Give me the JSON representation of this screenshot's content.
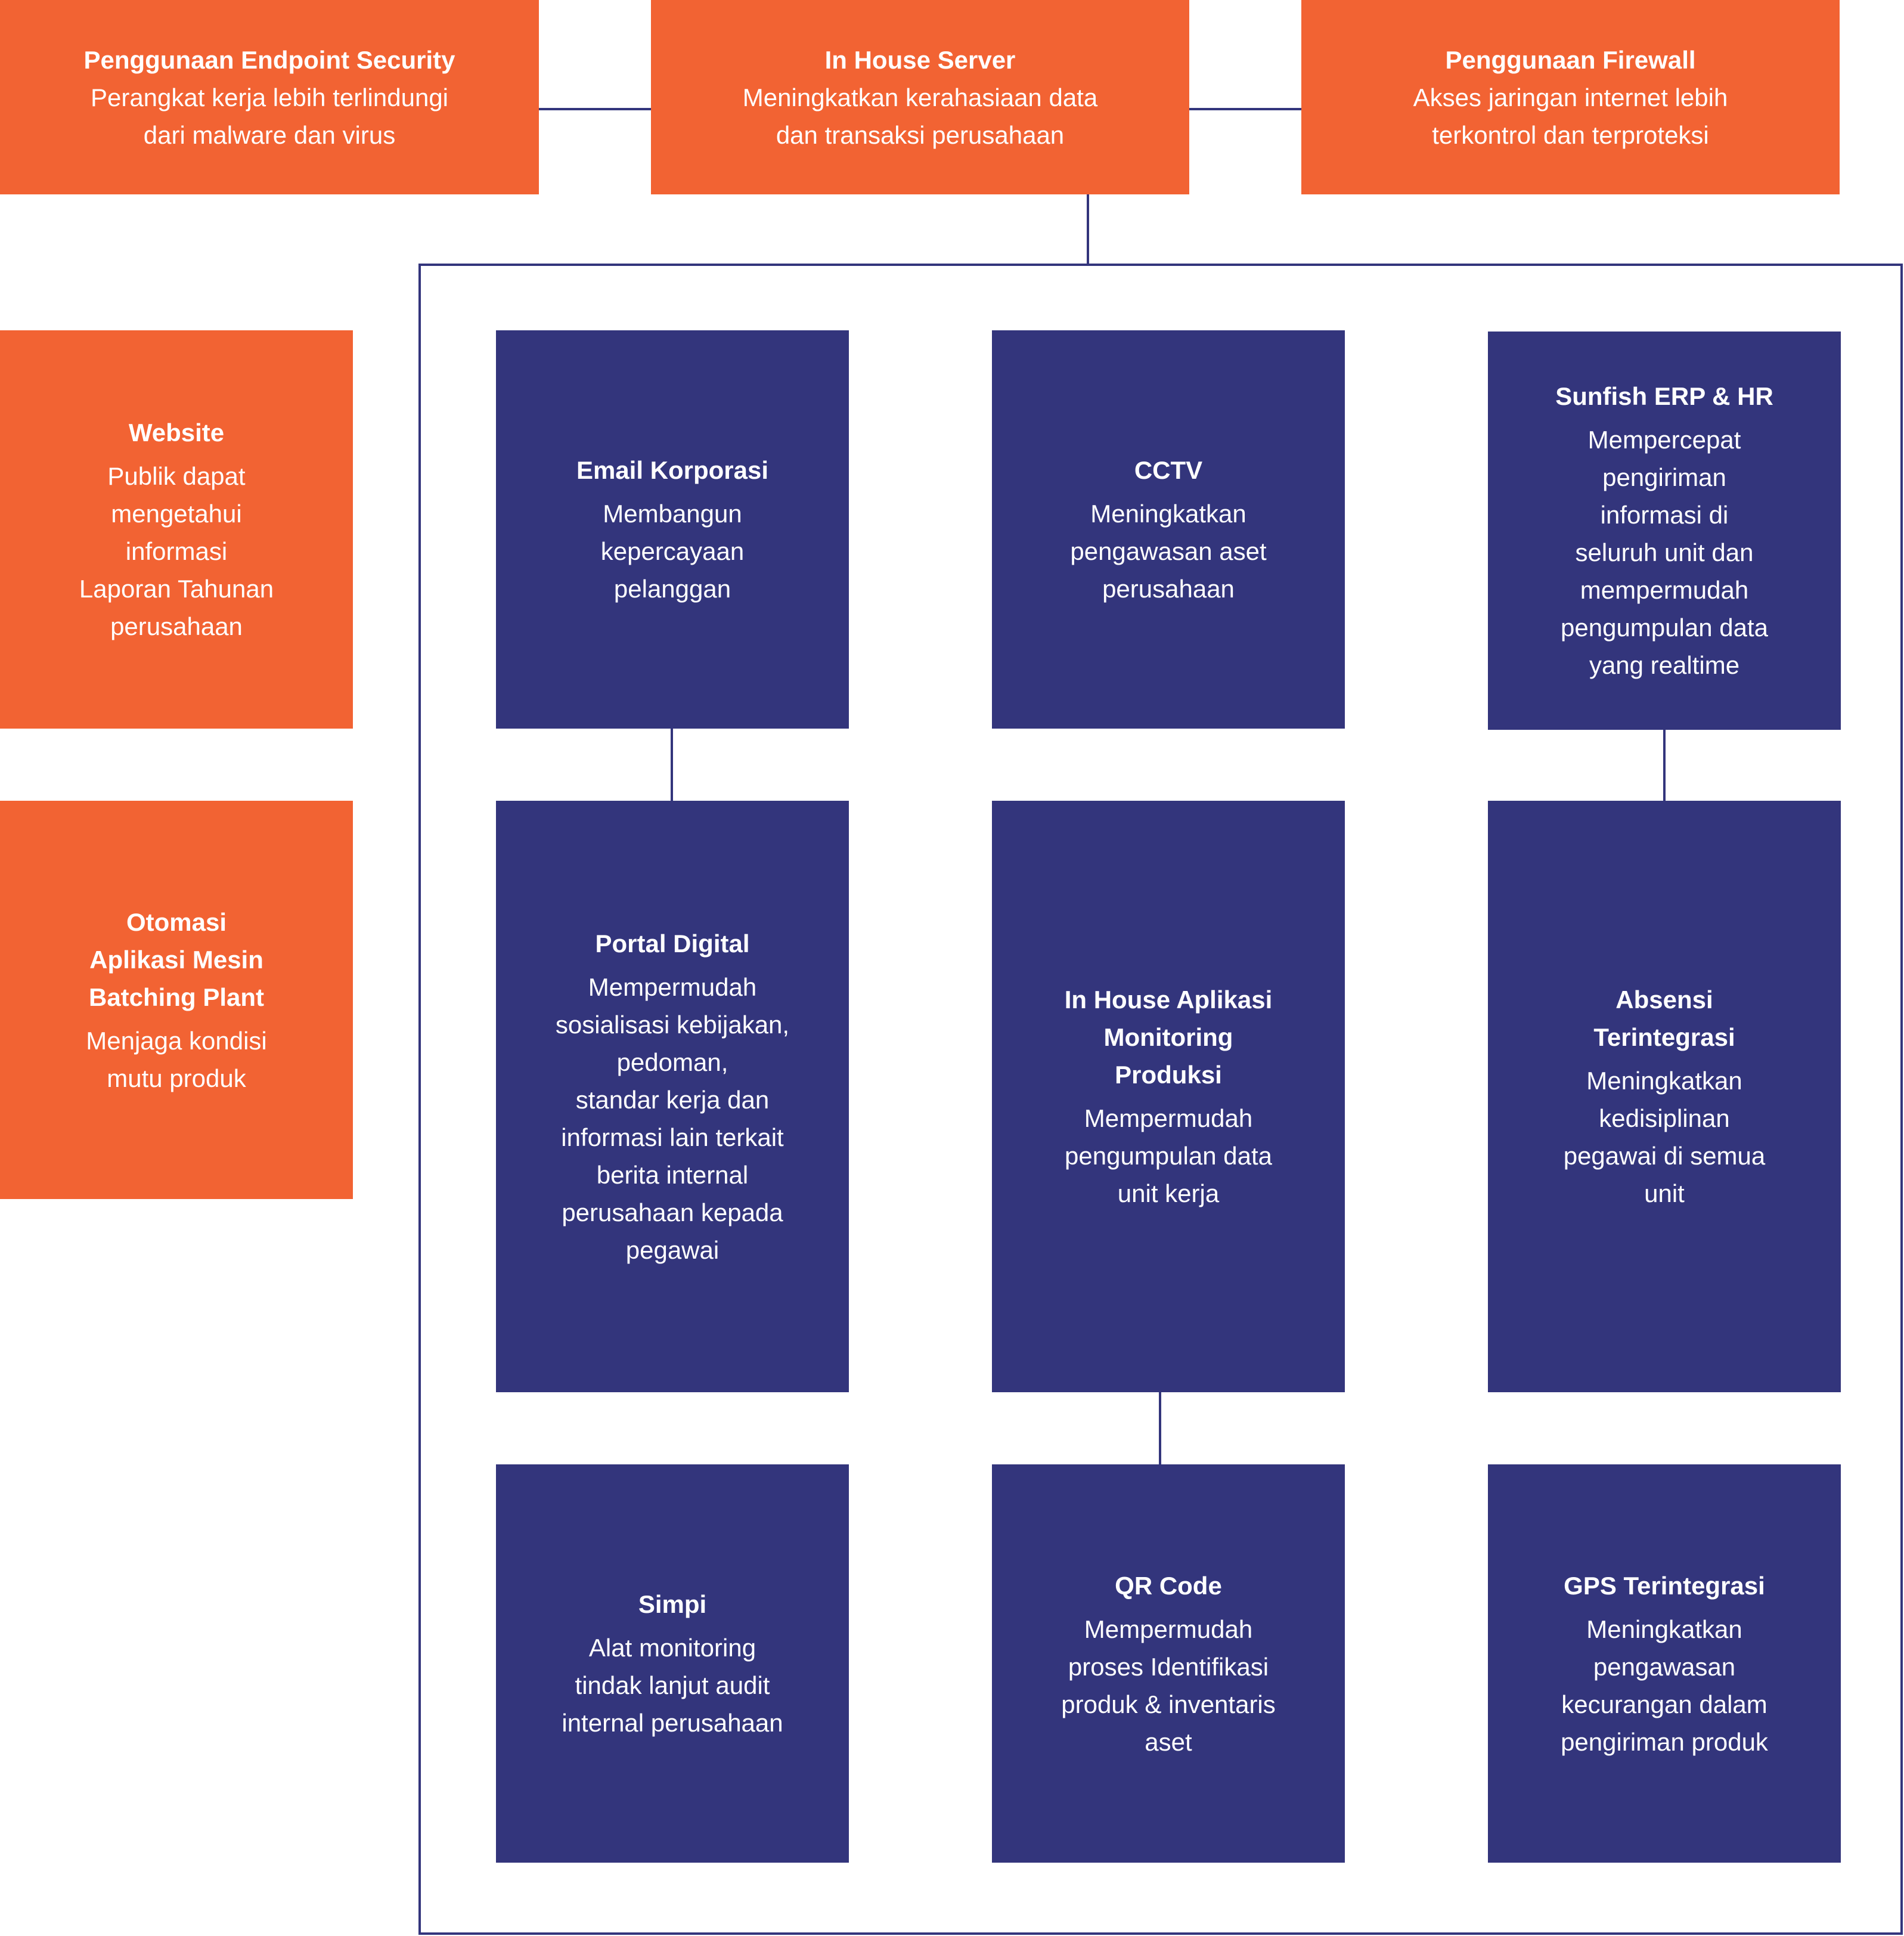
{
  "top": {
    "endpoint": {
      "title": "Penggunaan Endpoint Security",
      "desc": "Perangkat kerja lebih terlindungi\ndari malware dan virus"
    },
    "server": {
      "title": "In House Server",
      "desc": "Meningkatkan kerahasiaan data\ndan transaksi perusahaan"
    },
    "firewall": {
      "title": "Penggunaan Firewall",
      "desc": "Akses jaringan internet lebih\nterkontrol dan terproteksi"
    }
  },
  "side": {
    "website": {
      "title": "Website",
      "desc": "Publik dapat\nmengetahui\ninformasi\nLaporan Tahunan\nperusahaan"
    },
    "otomasi": {
      "title": "Otomasi\nAplikasi Mesin\nBatching Plant",
      "desc": "Menjaga kondisi\nmutu produk"
    }
  },
  "grid": {
    "email": {
      "title": "Email Korporasi",
      "desc": "Membangun\nkepercayaan\npelanggan"
    },
    "cctv": {
      "title": "CCTV",
      "desc": "Meningkatkan\npengawasan aset\nperusahaan"
    },
    "sunfish": {
      "title": "Sunfish ERP & HR",
      "desc": "Mempercepat\npengiriman\ninformasi di\nseluruh unit dan\nmempermudah\npengumpulan data\nyang realtime"
    },
    "portal": {
      "title": "Portal Digital",
      "desc": "Mempermudah\nsosialisasi kebijakan,\npedoman,\nstandar kerja dan\ninformasi lain terkait\nberita internal\nperusahaan kepada\npegawai"
    },
    "monitoring": {
      "title": "In House Aplikasi\nMonitoring\nProduksi",
      "desc": "Mempermudah\npengumpulan data\nunit kerja"
    },
    "absensi": {
      "title": "Absensi\nTerintegrasi",
      "desc": "Meningkatkan\nkedisiplinan\npegawai di semua\nunit"
    },
    "simpi": {
      "title": "Simpi",
      "desc": "Alat monitoring\ntindak lanjut audit\ninternal perusahaan"
    },
    "qrcode": {
      "title": "QR Code",
      "desc": "Mempermudah\nproses Identifikasi\nproduk & inventaris\naset"
    },
    "gps": {
      "title": "GPS Terintegrasi",
      "desc": "Meningkatkan\npengawasan\nkecurangan dalam\npengiriman produk"
    }
  },
  "colors": {
    "orange": "#f26333",
    "navy": "#33357c",
    "background": "#ffffff"
  }
}
